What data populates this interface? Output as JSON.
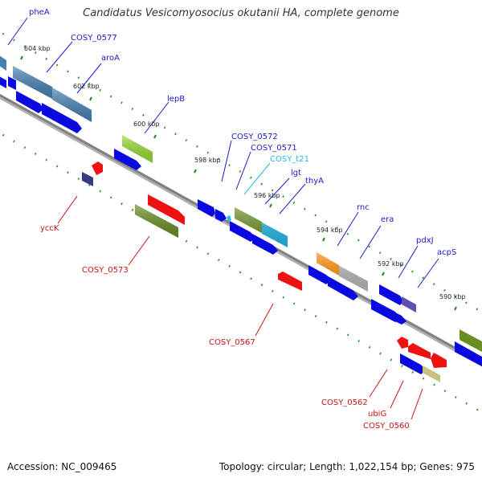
{
  "title": "Candidatus Vesicomyosocius okutanii HA, complete genome",
  "footer": {
    "accession": "Accession: NC_009465",
    "summary": "Topology: circular; Length: 1,022,154 bp; Genes: 975"
  },
  "colors": {
    "cds_forward": "#0a0ae0",
    "cds_reverse": "#ee1111",
    "label_blue": "#1a1acc",
    "label_red": "#cc1111",
    "label_cyan": "#22bbdd",
    "backbone": "#808080",
    "tick_green": "#1a8a1a",
    "steelblue": "#4682b4",
    "olive": "#6b8e23",
    "lime": "#99dd33",
    "orange": "#ff8c00",
    "grey": "#bbbbbb",
    "khaki": "#c8c080",
    "slate": "#6050b0",
    "navy": "#3a3a80",
    "cyan": "#22bbee"
  },
  "ticks": [
    {
      "label": "604 kbp"
    },
    {
      "label": "602 kbp"
    },
    {
      "label": "600 kbp"
    },
    {
      "label": "598 kbp"
    },
    {
      "label": "596 kbp"
    },
    {
      "label": "594 kbp"
    },
    {
      "label": "592 kbp"
    },
    {
      "label": "590 kbp"
    }
  ],
  "genes": [
    {
      "label": "pheA",
      "strand": "top"
    },
    {
      "label": "COSY_0577",
      "strand": "top"
    },
    {
      "label": "aroA",
      "strand": "top"
    },
    {
      "label": "lepB",
      "strand": "top"
    },
    {
      "label": "COSY_0572",
      "strand": "top"
    },
    {
      "label": "COSY_0571",
      "strand": "top"
    },
    {
      "label": "COSY_t21",
      "strand": "top"
    },
    {
      "label": "lgt",
      "strand": "top"
    },
    {
      "label": "thyA",
      "strand": "top"
    },
    {
      "label": "rnc",
      "strand": "top"
    },
    {
      "label": "era",
      "strand": "top"
    },
    {
      "label": "pdxJ",
      "strand": "top"
    },
    {
      "label": "acpS",
      "strand": "top"
    },
    {
      "label": "yccK",
      "strand": "bottom"
    },
    {
      "label": "COSY_0573",
      "strand": "bottom"
    },
    {
      "label": "COSY_0567",
      "strand": "bottom"
    },
    {
      "label": "COSY_0562",
      "strand": "bottom"
    },
    {
      "label": "ubiG",
      "strand": "bottom"
    },
    {
      "label": "COSY_0560",
      "strand": "bottom"
    }
  ]
}
